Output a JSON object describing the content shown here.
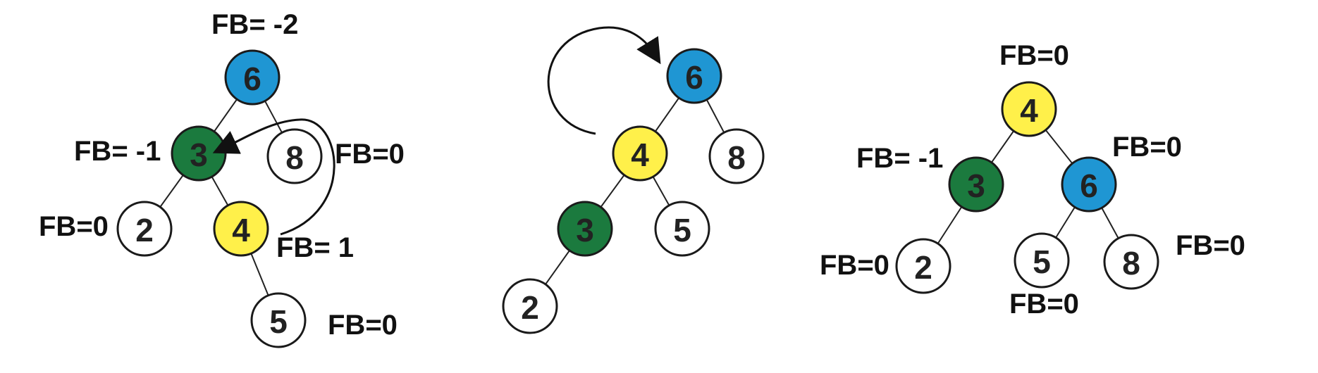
{
  "colors": {
    "blue": "#1f96d3",
    "green": "#1b7a3e",
    "yellow": "#fff04a",
    "white": "#ffffff",
    "dark_text": "#222222"
  },
  "trees": [
    {
      "name": "before-rotation",
      "nodes": [
        {
          "id": "6",
          "label": "6",
          "color": "blue",
          "fb": "FB= -2"
        },
        {
          "id": "3",
          "label": "3",
          "color": "green",
          "fb": "FB= -1"
        },
        {
          "id": "8",
          "label": "8",
          "color": "white",
          "fb": "FB=0"
        },
        {
          "id": "2",
          "label": "2",
          "color": "white",
          "fb": "FB=0"
        },
        {
          "id": "4",
          "label": "4",
          "color": "yellow",
          "fb": "FB= 1"
        },
        {
          "id": "5",
          "label": "5",
          "color": "white",
          "fb": "FB=0"
        }
      ],
      "edges": [
        [
          "6",
          "3"
        ],
        [
          "6",
          "8"
        ],
        [
          "3",
          "2"
        ],
        [
          "3",
          "4"
        ],
        [
          "4",
          "5"
        ]
      ]
    },
    {
      "name": "after-left-rotation",
      "nodes": [
        {
          "id": "6",
          "label": "6",
          "color": "blue",
          "fb": ""
        },
        {
          "id": "4",
          "label": "4",
          "color": "yellow",
          "fb": ""
        },
        {
          "id": "8",
          "label": "8",
          "color": "white",
          "fb": ""
        },
        {
          "id": "3",
          "label": "3",
          "color": "green",
          "fb": ""
        },
        {
          "id": "5",
          "label": "5",
          "color": "white",
          "fb": ""
        },
        {
          "id": "2",
          "label": "2",
          "color": "white",
          "fb": ""
        }
      ],
      "edges": [
        [
          "6",
          "4"
        ],
        [
          "6",
          "8"
        ],
        [
          "4",
          "3"
        ],
        [
          "4",
          "5"
        ],
        [
          "3",
          "2"
        ]
      ]
    },
    {
      "name": "after-right-rotation",
      "nodes": [
        {
          "id": "4",
          "label": "4",
          "color": "yellow",
          "fb": "FB=0"
        },
        {
          "id": "3",
          "label": "3",
          "color": "green",
          "fb": "FB= -1"
        },
        {
          "id": "6",
          "label": "6",
          "color": "blue",
          "fb": "FB=0"
        },
        {
          "id": "2",
          "label": "2",
          "color": "white",
          "fb": "FB=0"
        },
        {
          "id": "5",
          "label": "5",
          "color": "white",
          "fb": "FB=0"
        },
        {
          "id": "8",
          "label": "8",
          "color": "white",
          "fb": "FB=0"
        }
      ],
      "edges": [
        [
          "4",
          "3"
        ],
        [
          "4",
          "6"
        ],
        [
          "3",
          "2"
        ],
        [
          "6",
          "5"
        ],
        [
          "6",
          "8"
        ]
      ]
    }
  ]
}
